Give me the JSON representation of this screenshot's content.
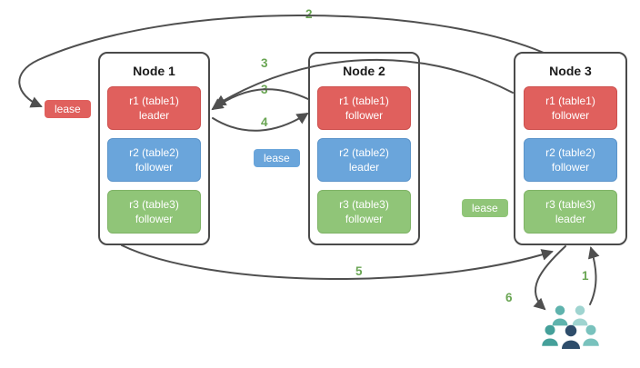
{
  "nodes": [
    {
      "title": "Node 1",
      "replicas": [
        {
          "name": "r1 (table1)",
          "role": "leader",
          "color": "#e0605d"
        },
        {
          "name": "r2 (table2)",
          "role": "follower",
          "color": "#6aa5db"
        },
        {
          "name": "r3 (table3)",
          "role": "follower",
          "color": "#90c578"
        }
      ]
    },
    {
      "title": "Node 2",
      "replicas": [
        {
          "name": "r1 (table1)",
          "role": "follower",
          "color": "#e0605d"
        },
        {
          "name": "r2 (table2)",
          "role": "leader",
          "color": "#6aa5db"
        },
        {
          "name": "r3 (table3)",
          "role": "follower",
          "color": "#90c578"
        }
      ]
    },
    {
      "title": "Node 3",
      "replicas": [
        {
          "name": "r1 (table1)",
          "role": "follower",
          "color": "#e0605d"
        },
        {
          "name": "r2 (table2)",
          "role": "follower",
          "color": "#6aa5db"
        },
        {
          "name": "r3 (table3)",
          "role": "leader",
          "color": "#90c578"
        }
      ]
    }
  ],
  "leases": [
    {
      "label": "lease",
      "color": "#e0605d"
    },
    {
      "label": "lease",
      "color": "#6aa5db"
    },
    {
      "label": "lease",
      "color": "#90c578"
    }
  ],
  "steps": {
    "s1": "1",
    "s2": "2",
    "s3a": "3",
    "s3b": "3",
    "s4": "4",
    "s5": "5",
    "s6": "6"
  },
  "icons": {
    "users": "users-group-icon"
  },
  "colors": {
    "arrow": "#4f4f4f",
    "step_label": "#69a553",
    "node_border": "#4a4a4a",
    "user_teal": "#45a09a",
    "user_light_teal": "#9fd4d0",
    "user_navy": "#2e4d6b"
  }
}
